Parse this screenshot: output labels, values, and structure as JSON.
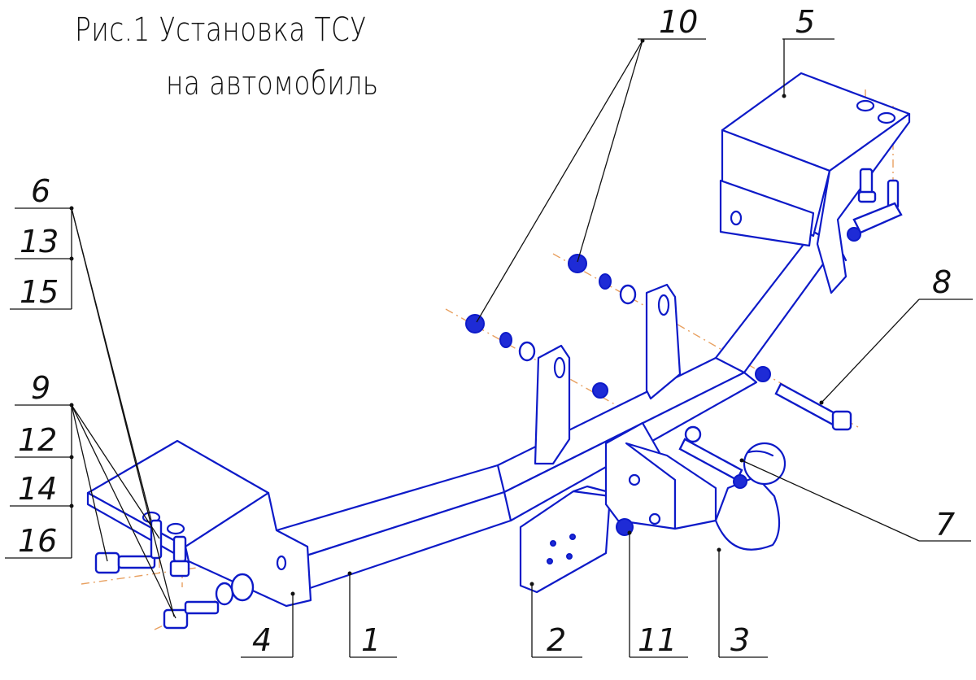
{
  "title": {
    "line1": "Рис.1 Установка ТСУ",
    "line2": "на автомобиль"
  },
  "callouts": {
    "c1": "1",
    "c2": "2",
    "c3": "3",
    "c4": "4",
    "c5": "5",
    "c6": "6",
    "c7": "7",
    "c8": "8",
    "c9": "9",
    "c10": "10",
    "c11": "11",
    "c12": "12",
    "c13": "13",
    "c14": "14",
    "c15": "15",
    "c16": "16"
  },
  "colors": {
    "line_art": "#0d1ac8",
    "axis_lines": "#e8a060",
    "leader_lines": "#111111",
    "background": "#ffffff"
  }
}
